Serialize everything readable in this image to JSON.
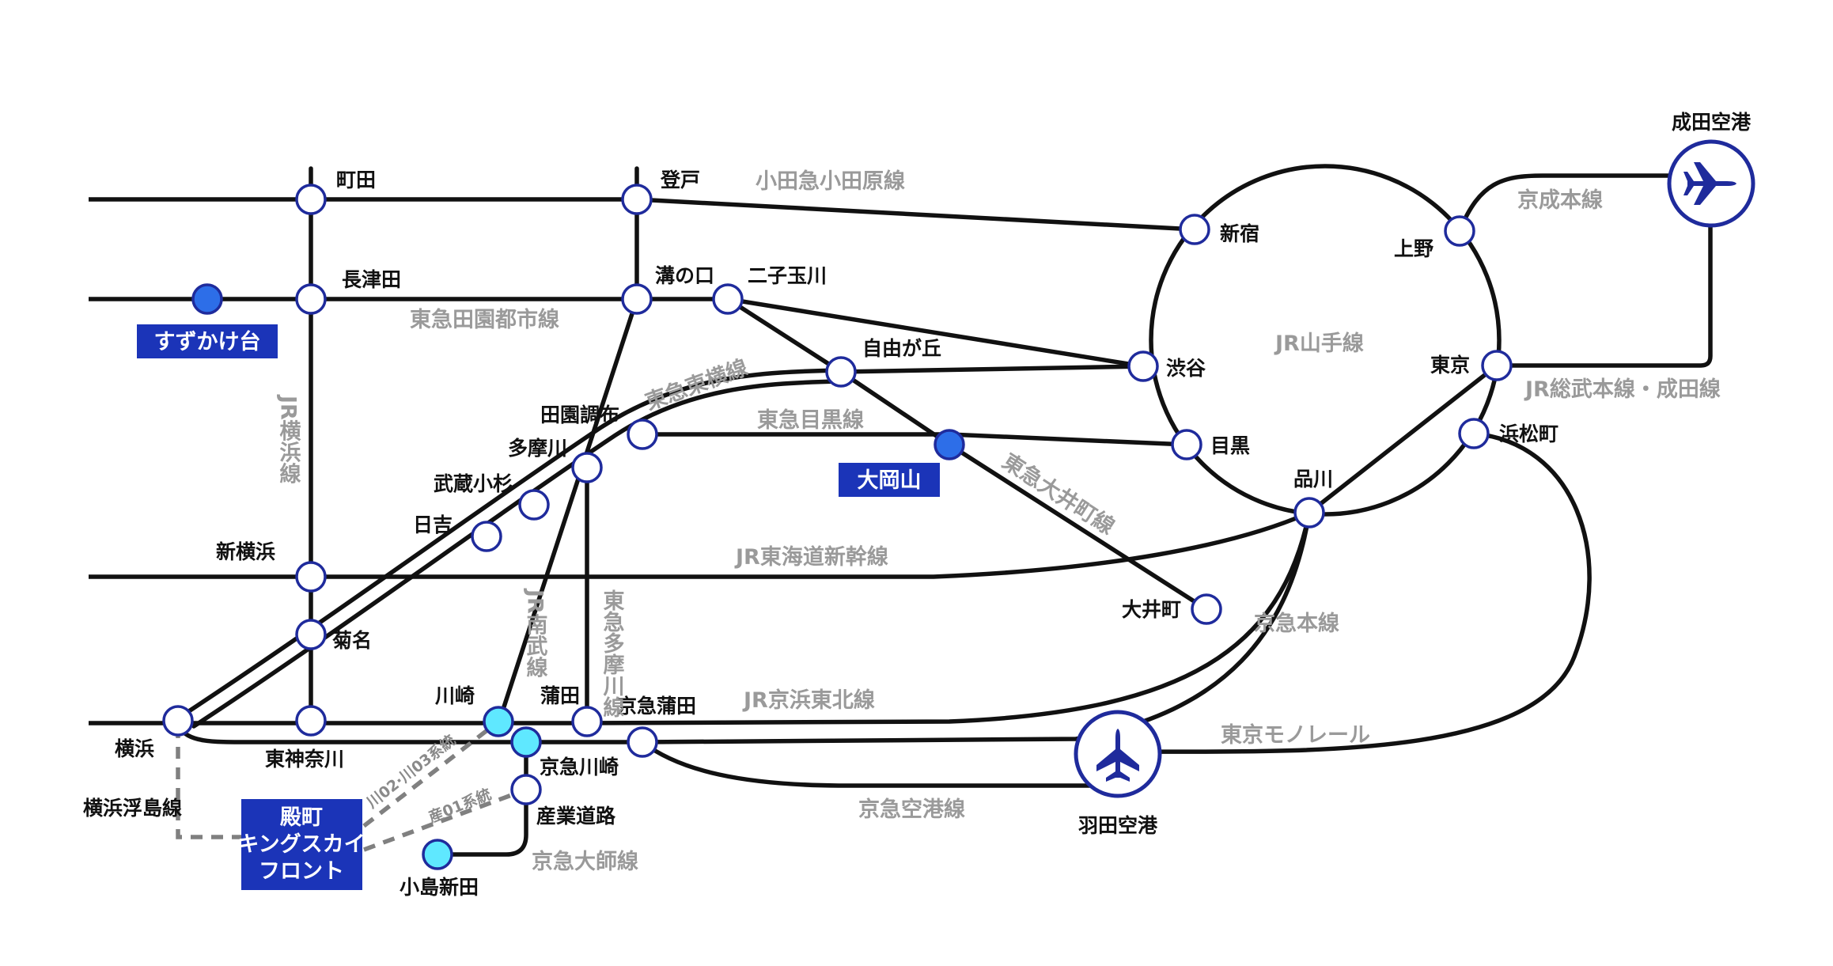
{
  "stations": {
    "machida": "町田",
    "noborito": "登戸",
    "nagatsuta": "長津田",
    "suzukakedai": "すずかけ台",
    "mizonokuchi": "溝の口",
    "futakotamagawa": "二子玉川",
    "jiyugaoka": "自由が丘",
    "shinjuku": "新宿",
    "ueno": "上野",
    "narita_airport": "成田空港",
    "shibuya": "渋谷",
    "tokyo": "東京",
    "denenchofu": "田園調布",
    "tamagawa": "多摩川",
    "musashikosugi": "武蔵小杉",
    "hiyoshi": "日吉",
    "ookayama": "大岡山",
    "meguro": "目黒",
    "hamamatsucho": "浜松町",
    "shinagawa": "品川",
    "shinyokohama": "新横浜",
    "oimachi": "大井町",
    "kikuna": "菊名",
    "yokohama": "横浜",
    "higashikanagawa": "東神奈川",
    "kawasaki": "川崎",
    "kamata": "蒲田",
    "keikyu_kamata": "京急蒲田",
    "keikyu_kawasaki": "京急川崎",
    "sangyo_doro": "産業道路",
    "kojima_shinden": "小島新田",
    "tonomachi": [
      "殿町",
      "キングスカイ",
      "フロント"
    ],
    "haneda_airport": "羽田空港"
  },
  "lines": {
    "odakyu": "小田急小田原線",
    "keisei": "京成本線",
    "den_en_toshi": "東急田園都市線",
    "yamanote": "JR山手線",
    "toyoko": "東急東横線",
    "sobu_narita": "JR総武本線・成田線",
    "meguro": "東急目黒線",
    "oimachi": "東急大井町線",
    "tokaido_shinkansen": "JR東海道新幹線",
    "yokohama_line": "JR横浜線",
    "nambu": "JR南武線",
    "tamagawa_line": "東急多摩川線",
    "keikyu_main": "京急本線",
    "keihin_tohoku": "JR京浜東北線",
    "monorail": "東京モノレール",
    "keikyu_airport": "京急空港線",
    "keikyu_daishi": "京急大師線",
    "tsurumi_line": "横浜浮島線"
  },
  "bus_routes": {
    "kawasaki_route": "川02·川03系統",
    "sangyo_route": "産01系統"
  },
  "colors": {
    "track": "#111111",
    "station_outline": "#1f2b9c",
    "highlight_station": "#2d6ee8",
    "terminal_station": "#5fe8ff",
    "highlight_label_bg": "#1b34b8",
    "line_label": "#9a9a9a",
    "bus_route": "#808080"
  },
  "icons": {
    "airport": "airplane-icon"
  }
}
